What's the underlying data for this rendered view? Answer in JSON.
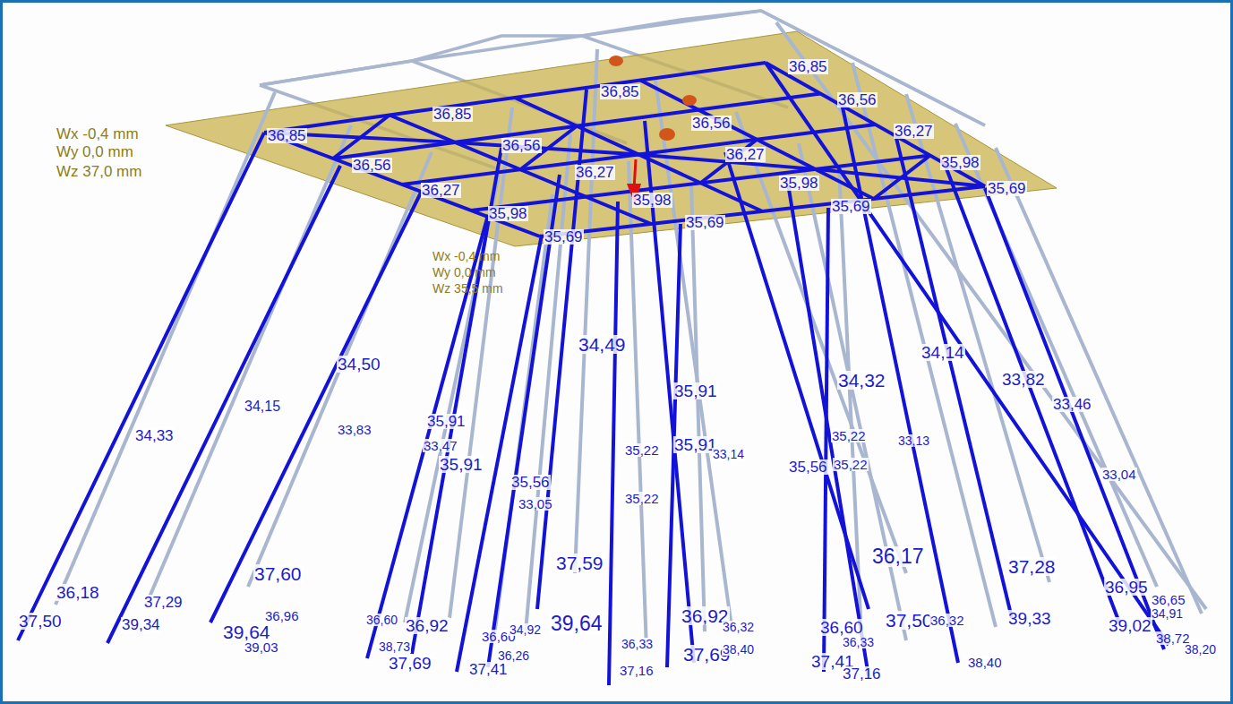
{
  "diagram": {
    "labels": [
      "36,85",
      "36,85",
      "36,56",
      "36,85",
      "36,56",
      "36,85",
      "36,56",
      "36,27",
      "36,56",
      "36,27",
      "36,27",
      "35,98",
      "36,27",
      "35,98",
      "35,98",
      "35,69",
      "35,98",
      "35,69",
      "35,69",
      "35,69",
      "Wx -0,4 mm",
      "Wy 0,0 mm",
      "Wz 37,0 mm",
      "Wx -0,4 mm",
      "Wy 0,0 mm",
      "Wz 35,5 mm",
      "34,33",
      "34,15",
      "34,50",
      "33,83",
      "35,91",
      "33,47",
      "35,91",
      "35,56",
      "33,05",
      "34,49",
      "35,91",
      "35,22",
      "35,91",
      "33,14",
      "35,22",
      "35,56",
      "35,22",
      "35,22",
      "34,32",
      "33,13",
      "34,14",
      "33,82",
      "33,46",
      "33,04",
      "36,18",
      "37,50",
      "37,29",
      "39,34",
      "37,60",
      "36,96",
      "39,64",
      "39,03",
      "36,60",
      "36,92",
      "38,73",
      "37,69",
      "36,60",
      "34,92",
      "37,41",
      "36,26",
      "37,59",
      "39,64",
      "36,33",
      "37,16",
      "36,92",
      "36,32",
      "37,69",
      "38,40",
      "36,17",
      "37,50",
      "36,32",
      "36,60",
      "36,33",
      "37,41",
      "37,16",
      "38,40",
      "37,28",
      "39,33",
      "36,95",
      "36,65",
      "34,91",
      "39,02",
      "38,72",
      "38,20"
    ]
  }
}
